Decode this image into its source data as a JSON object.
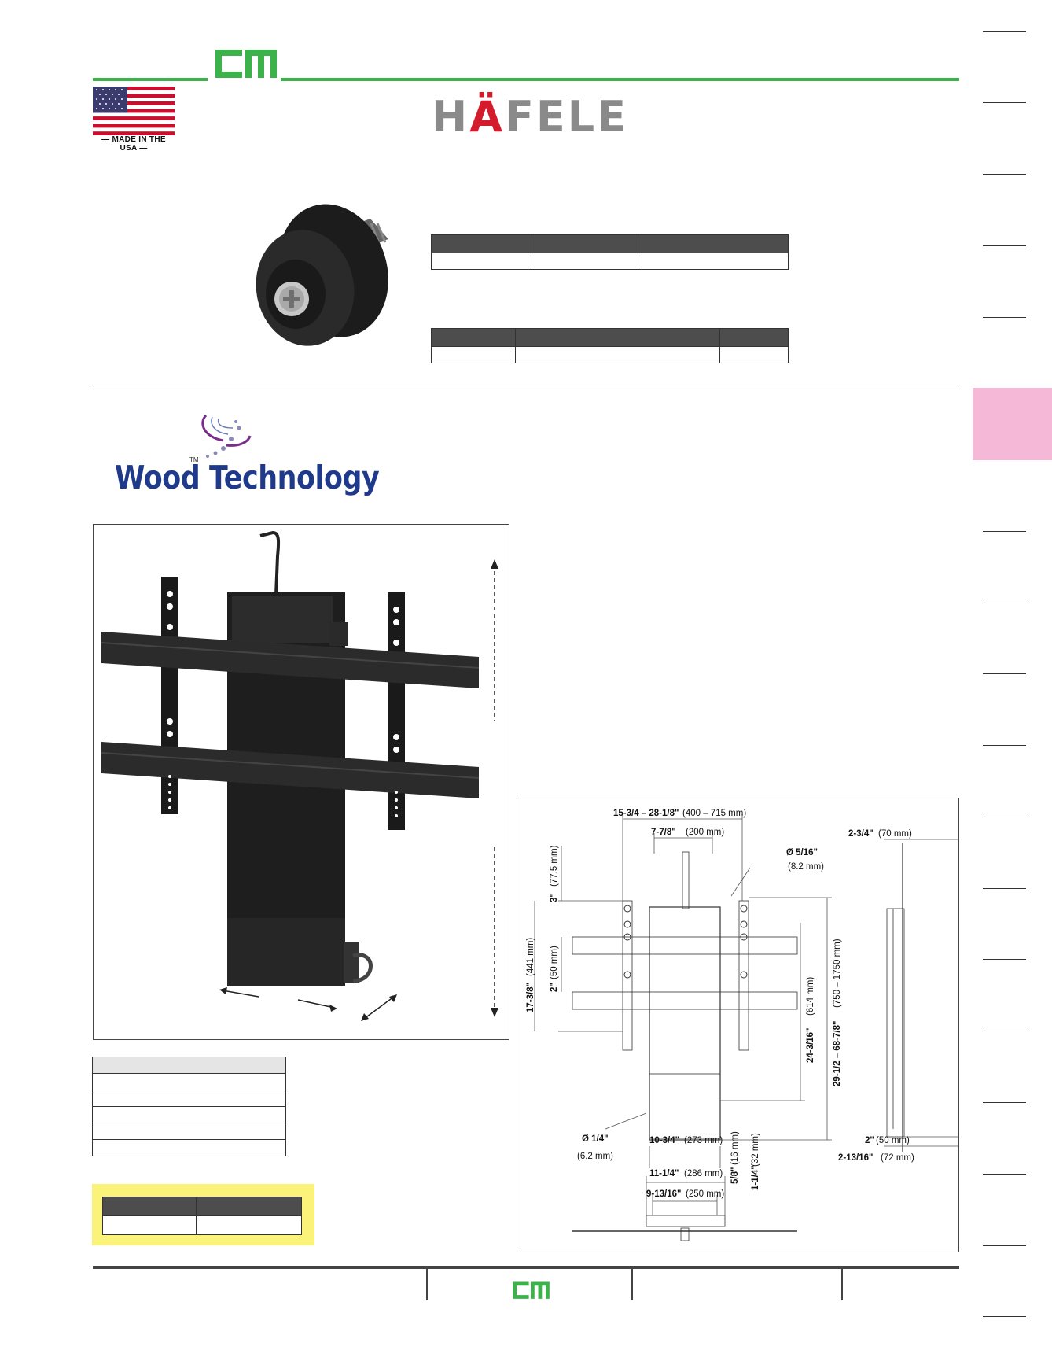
{
  "header": {
    "brand": "HÄFELE",
    "brand_parts": [
      "H",
      "Ä",
      "FELE"
    ],
    "made_in_usa": "— MADE IN THE USA —",
    "logo_color": "#3cb34a"
  },
  "colors": {
    "green": "#3cb34a",
    "pink_tab": "#f6b8d7",
    "table_header": "#4d4d4d",
    "highlight_yellow": "#fbf27a",
    "wood_tech_blue": "#1f3a8a"
  },
  "wood_technology": {
    "name": "Wood Technology",
    "tm": "TM"
  },
  "diagram": {
    "labels": {
      "width_range": "15-3/4 – 28-1/8\"",
      "width_range_mm": "(400 – 715 mm)",
      "inner_width": "7-7/8\"",
      "inner_width_mm": "(200 mm)",
      "depth": "2-3/4\"",
      "depth_mm": "(70 mm)",
      "hole_dia": "Ø 5/16\"",
      "hole_dia_mm": "(8.2 mm)",
      "top_offset": "3\"",
      "top_offset_mm": "(77.5 mm)",
      "bracket_height": "17-3/8\"",
      "bracket_height_mm": "(441 mm)",
      "slot_spacing": "2\"",
      "slot_spacing_mm": "(50 mm)",
      "column_height": "24-3/16\"",
      "column_height_mm": "(614 mm)",
      "lift_range": "29-1/2 – 68-7/8\"",
      "lift_range_mm": "(750 – 1750 mm)",
      "base_hole": "Ø 1/4\"",
      "base_hole_mm": "(6.2 mm)",
      "base_width": "10-3/4\"",
      "base_width_mm": "(273 mm)",
      "offset_small": "5/8\"",
      "offset_small_mm": "(16 mm)",
      "offset_large": "1-1/4\"",
      "offset_large_mm": "(32 mm)",
      "foot_width": "11-1/4\"",
      "foot_width_mm": "(286 mm)",
      "foot_inner": "9-13/16\"",
      "foot_inner_mm": "(250 mm)",
      "side_offset": "2\"",
      "side_offset_mm": "(50 mm)",
      "side_depth": "2-13/16\"",
      "side_depth_mm": "(72 mm)"
    }
  },
  "icons": [
    "us-flag-icon",
    "cm-logo-icon",
    "hafele-logo",
    "wood-technology-logo"
  ]
}
